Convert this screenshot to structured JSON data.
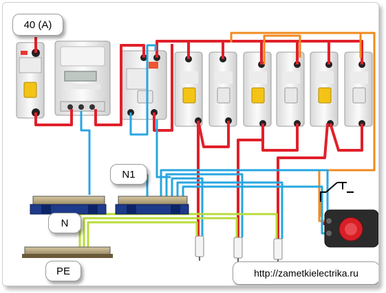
{
  "labels": {
    "main_rating": "40 (A)",
    "n1": "N1",
    "n": "N",
    "pe": "PE",
    "url": "http://zametkielectrika.ru"
  },
  "components": {
    "main_breaker": "main-breaker",
    "meter": "electricity-meter",
    "rcd": "rcd",
    "breakers": [
      "breaker-1",
      "breaker-2",
      "breaker-3",
      "breaker-4",
      "breaker-5",
      "breaker-6"
    ],
    "neutral_bus": "neutral-bus-n",
    "neutral_bus_n1": "neutral-bus-n1",
    "earth_bus": "earth-bus-pe",
    "sockets": [
      "outlet-cable-1",
      "outlet-cable-2",
      "outlet-cable-3"
    ],
    "switch": "push-button-switch"
  },
  "colors": {
    "phase": "#e0202a",
    "neutral": "#27a6e0",
    "earth": "#b8dc3c",
    "control": "#f08a20",
    "breaker_yellow": "#f3c316"
  }
}
